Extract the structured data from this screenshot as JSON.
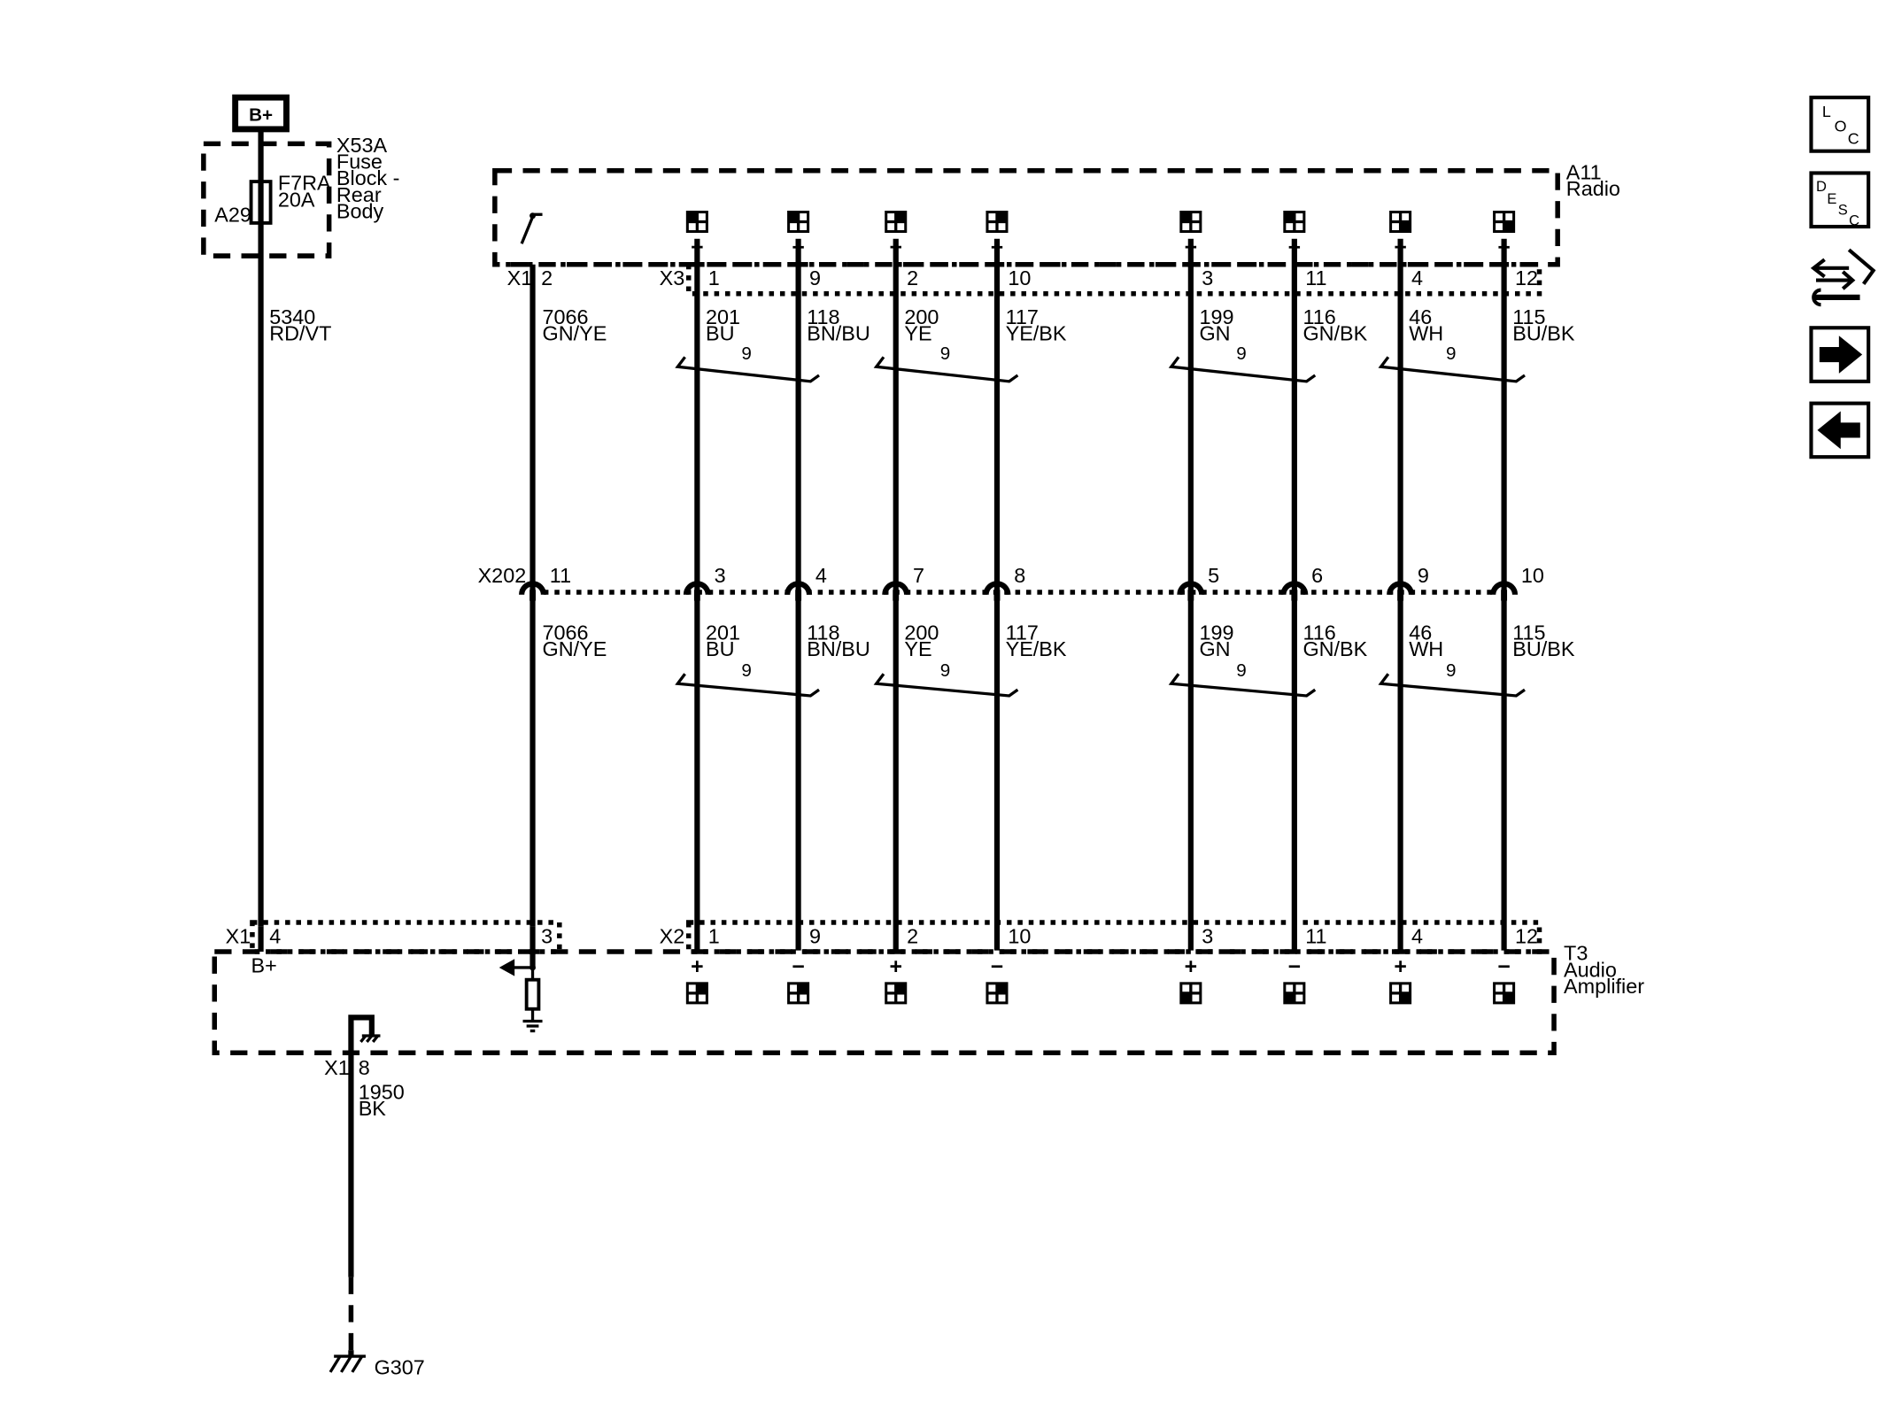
{
  "battery": {
    "label": "B+"
  },
  "fuse_block": {
    "name_lines": [
      "X53A",
      "Fuse",
      "Block -",
      "Rear",
      "Body"
    ],
    "fuse_lines": [
      "F7RA",
      "20A"
    ],
    "terminal": "A29"
  },
  "radio": {
    "name_lines": [
      "A11",
      "Radio"
    ],
    "connector_x1": "X1",
    "connector_x3": "X3",
    "pin_x1": "2"
  },
  "amplifier": {
    "name_lines": [
      "T3",
      "Audio",
      "Amplifier"
    ],
    "connector_x1": "X1",
    "connector_x2": "X2",
    "pin_power": "4",
    "pin_signal": "3",
    "power_label": "B+",
    "ground_connector": "X1",
    "ground_pin": "8"
  },
  "inline_connector": {
    "name": "X202",
    "pin_signal": "11"
  },
  "power_wire": {
    "circuit": "5340",
    "color": "RD/VT"
  },
  "signal_wire": {
    "circuit": "7066",
    "color": "GN/YE"
  },
  "ground_wire": {
    "circuit": "1950",
    "color": "BK"
  },
  "ground": {
    "name": "G307"
  },
  "twist_label": "9",
  "speaker_channels": [
    {
      "radio_pin": "1",
      "x202_pin": "3",
      "amp_pin": "1",
      "circuit": "201",
      "color": "BU",
      "polarity": "+"
    },
    {
      "radio_pin": "9",
      "x202_pin": "4",
      "amp_pin": "9",
      "circuit": "118",
      "color": "BN/BU",
      "polarity": "−"
    },
    {
      "radio_pin": "2",
      "x202_pin": "7",
      "amp_pin": "2",
      "circuit": "200",
      "color": "YE",
      "polarity": "+"
    },
    {
      "radio_pin": "10",
      "x202_pin": "8",
      "amp_pin": "10",
      "circuit": "117",
      "color": "YE/BK",
      "polarity": "−"
    },
    {
      "radio_pin": "3",
      "x202_pin": "5",
      "amp_pin": "3",
      "circuit": "199",
      "color": "GN",
      "polarity": "+"
    },
    {
      "radio_pin": "11",
      "x202_pin": "6",
      "amp_pin": "11",
      "circuit": "116",
      "color": "GN/BK",
      "polarity": "−"
    },
    {
      "radio_pin": "4",
      "x202_pin": "9",
      "amp_pin": "4",
      "circuit": "46",
      "color": "WH",
      "polarity": "+"
    },
    {
      "radio_pin": "12",
      "x202_pin": "10",
      "amp_pin": "12",
      "circuit": "115",
      "color": "BU/BK",
      "polarity": "−"
    }
  ],
  "nav": {
    "loc_letters": [
      "L",
      "O",
      "C"
    ],
    "desc_letters": [
      "D",
      "E",
      "S",
      "C"
    ],
    "icons": [
      "loc-icon",
      "desc-icon",
      "connector-repair-icon",
      "next-arrow-icon",
      "previous-arrow-icon"
    ]
  }
}
